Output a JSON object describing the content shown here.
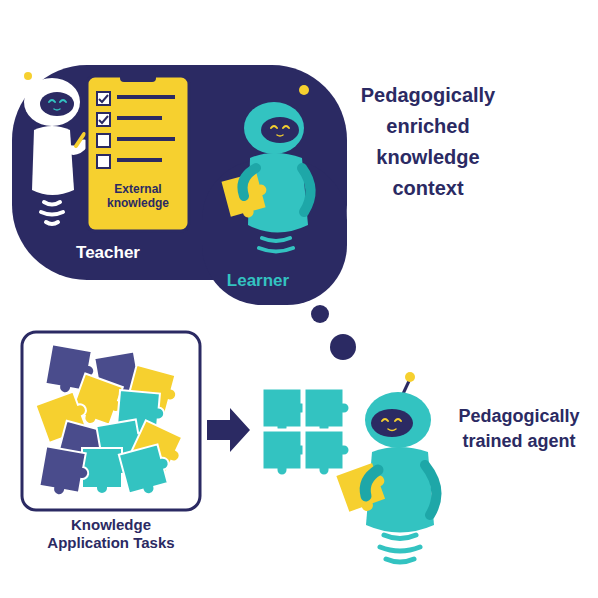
{
  "diagram": {
    "nodes": [
      {
        "text": [
          "Teacher",
          "Learner"
        ]
      },
      {
        "text": [
          "External knowledge"
        ],
        "in": 0
      },
      {
        "text": [
          "Knowledge Application Tasks"
        ]
      }
    ],
    "labels": [
      "Pedagogically enriched knowledge context",
      "Pedagogically trained agent"
    ]
  }
}
